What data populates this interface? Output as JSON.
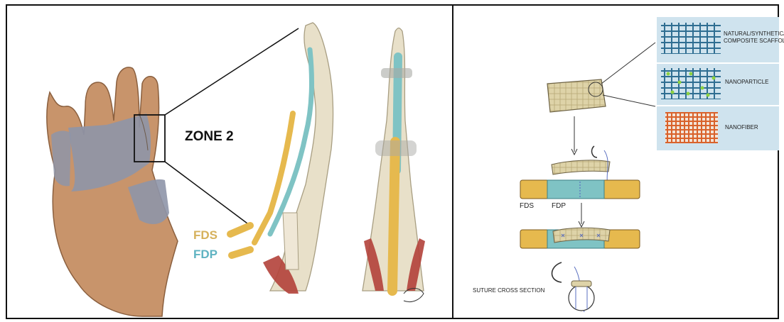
{
  "left_panel": {
    "zone_label": "ZONE 2",
    "legend": {
      "fds": "FDS",
      "fdp": "FDP"
    }
  },
  "right_panel": {
    "scaffold_types": [
      {
        "line1": "NATURAL/SYNTHETIC/",
        "line2": "COMPOSITE SCAFFOLD"
      },
      {
        "label": "NANOPARTICLE"
      },
      {
        "label": "NANOFIBER"
      }
    ],
    "tendon_labels": {
      "fds": "FDS",
      "fdp": "FDP"
    },
    "suture_label": "SUTURE CROSS SECTION"
  },
  "colors": {
    "fds_tendon": "#e6b94e",
    "fdp_tendon": "#7fc3c4",
    "bone": "#e8e0c9",
    "muscle": "#b3413a",
    "skin": "#c8946b",
    "glove": "#8e95a8",
    "scaffold_bg": "#cfe3ee",
    "nanofiber": "#d9622b"
  }
}
